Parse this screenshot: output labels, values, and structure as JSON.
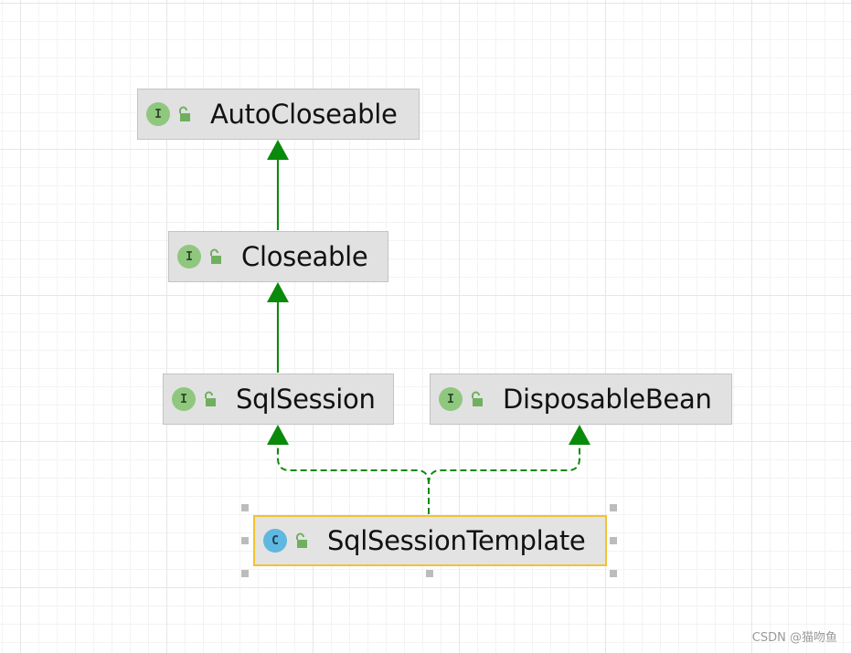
{
  "diagram": {
    "nodes": [
      {
        "id": "autocloseable",
        "kind": "interface",
        "kind_letter": "I",
        "label": "AutoCloseable"
      },
      {
        "id": "closeable",
        "kind": "interface",
        "kind_letter": "I",
        "label": "Closeable"
      },
      {
        "id": "sqlsession",
        "kind": "interface",
        "kind_letter": "I",
        "label": "SqlSession"
      },
      {
        "id": "disposablebean",
        "kind": "interface",
        "kind_letter": "I",
        "label": "DisposableBean"
      },
      {
        "id": "sqlsessiontemplate",
        "kind": "class",
        "kind_letter": "C",
        "label": "SqlSessionTemplate",
        "selected": true
      }
    ],
    "edges": [
      {
        "from": "closeable",
        "to": "autocloseable",
        "type": "extends"
      },
      {
        "from": "sqlsession",
        "to": "closeable",
        "type": "extends"
      },
      {
        "from": "sqlsessiontemplate",
        "to": "sqlsession",
        "type": "implements"
      },
      {
        "from": "sqlsessiontemplate",
        "to": "disposablebean",
        "type": "implements"
      }
    ],
    "colors": {
      "edge": "#0a8a0a",
      "interface_badge": "#8fc77f",
      "class_badge": "#5fb8df",
      "selection_border": "#f3c232"
    },
    "icons": {
      "interface": "interface-icon",
      "class": "class-icon",
      "visibility": "open-lock-icon"
    }
  },
  "watermark": "CSDN @猫吻鱼"
}
